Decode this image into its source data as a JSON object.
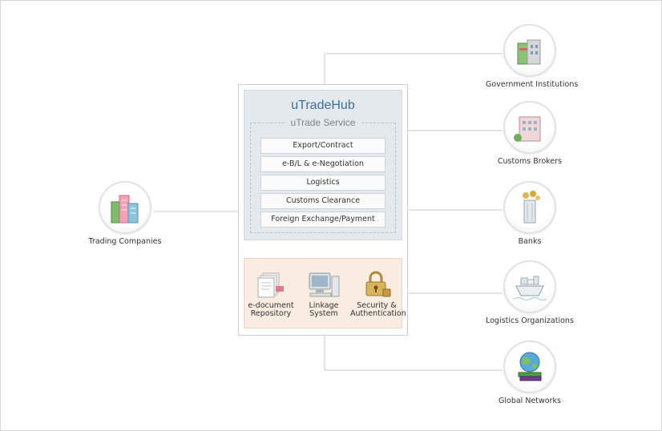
{
  "hub": {
    "title": "uTradeHub",
    "service_group_title": "uTrade Service",
    "services": [
      "Export/Contract",
      "e-B/L & e-Negotiation",
      "Logistics",
      "Customs Clearance",
      "Foreign Exchange/Payment"
    ],
    "features": [
      {
        "label": "e-document\nRepository",
        "icon": "document-stack-icon"
      },
      {
        "label": "Linkage\nSystem",
        "icon": "computer-icon"
      },
      {
        "label": "Security &\nAuthentication",
        "icon": "padlock-icon"
      }
    ]
  },
  "left_node": {
    "label": "Trading Companies",
    "icon": "office-buildings-icon"
  },
  "right_nodes": [
    {
      "label": "Government Institutions",
      "icon": "government-building-icon"
    },
    {
      "label": "Customs Brokers",
      "icon": "office-building-icon"
    },
    {
      "label": "Banks",
      "icon": "bank-tower-icon"
    },
    {
      "label": "Logistics Organizations",
      "icon": "cargo-ship-icon"
    },
    {
      "label": "Global Networks",
      "icon": "globe-books-icon"
    }
  ],
  "colors": {
    "hub_title": "#3d6f9e",
    "service_panel": "#e4e9ed",
    "feature_panel": "#f9ece1",
    "connector": "#c9c9c9"
  }
}
